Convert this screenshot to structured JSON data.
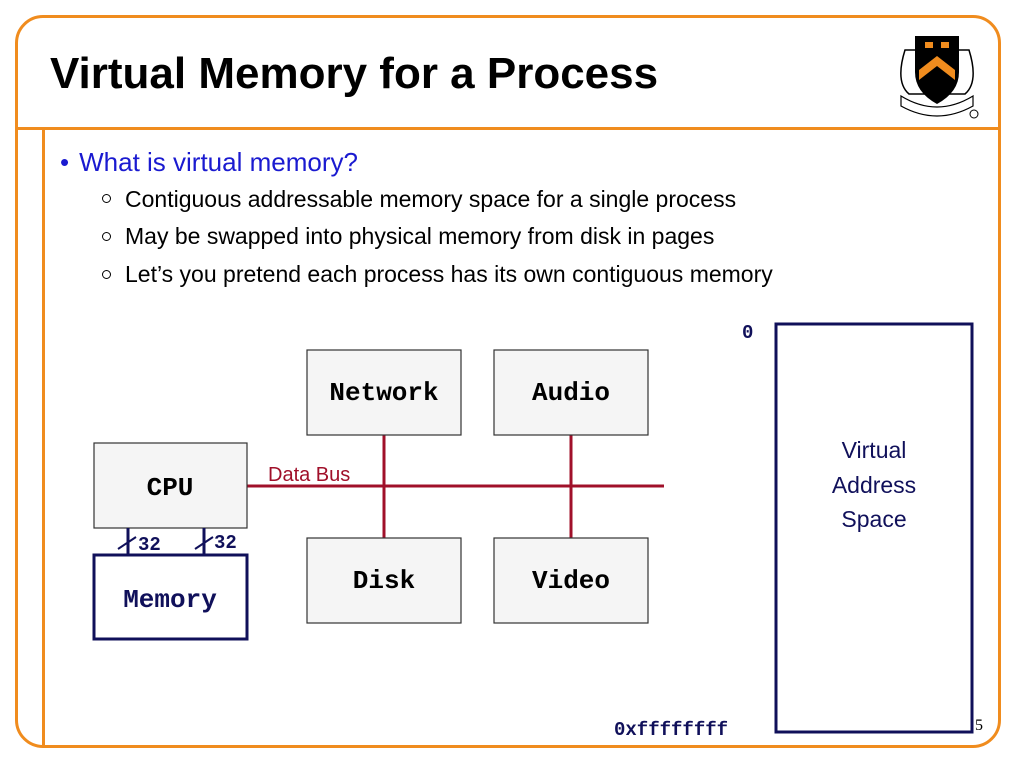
{
  "slide": {
    "title": "Virtual Memory for a Process",
    "page_number": "5"
  },
  "bullets": {
    "main": "What is virtual memory?",
    "subs": [
      "Contiguous addressable memory space for a single process",
      "May be swapped into physical memory from disk in pages",
      "Let’s you pretend each process has its own contiguous memory"
    ]
  },
  "diagram": {
    "cpu": "CPU",
    "memory": "Memory",
    "network": "Network",
    "audio": "Audio",
    "disk": "Disk",
    "video": "Video",
    "data_bus": "Data Bus",
    "bus_width_left": "32",
    "bus_width_right": "32",
    "vas_label_lines": [
      "Virtual",
      "Address",
      "Space"
    ],
    "addr_top": "0",
    "addr_bottom": "0xffffffff"
  },
  "colors": {
    "frame": "#f08c1e",
    "bullet_blue": "#1a1ad0",
    "bus": "#a0102a",
    "box_navy": "#10105a"
  }
}
